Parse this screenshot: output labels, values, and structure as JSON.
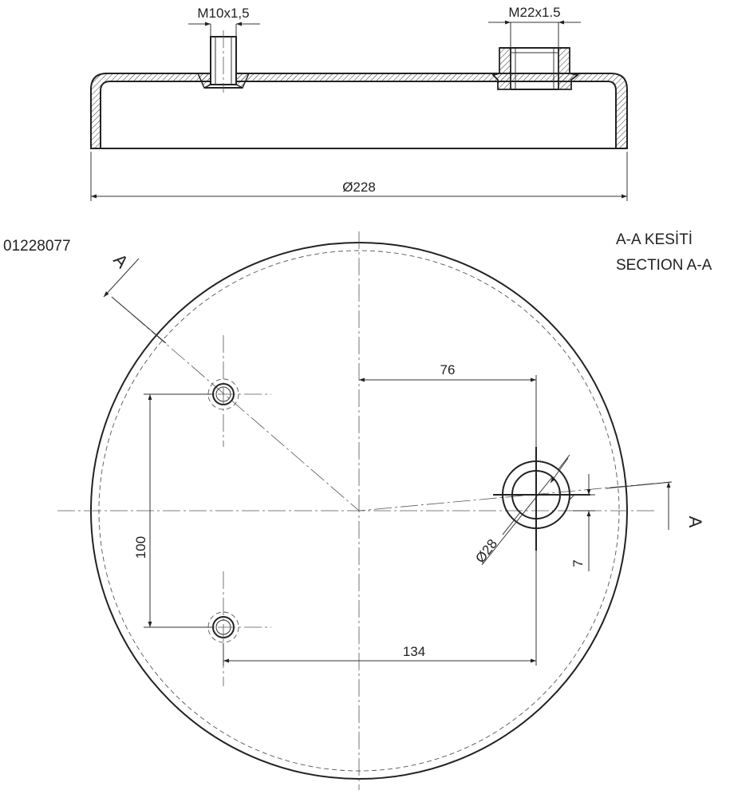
{
  "part_number": "01228077",
  "section_title_tr": "A-A KESİTİ",
  "section_title_en": "SECTION A-A",
  "section_marker": "A",
  "dimensions": {
    "thread_small": "M10x1,5",
    "thread_large": "M22x1.5",
    "outer_diameter": "Ø228",
    "offset_x": "76",
    "hole_diameter": "Ø28",
    "offset_y": "7",
    "spacing_vertical": "100",
    "spacing_horizontal": "134"
  }
}
